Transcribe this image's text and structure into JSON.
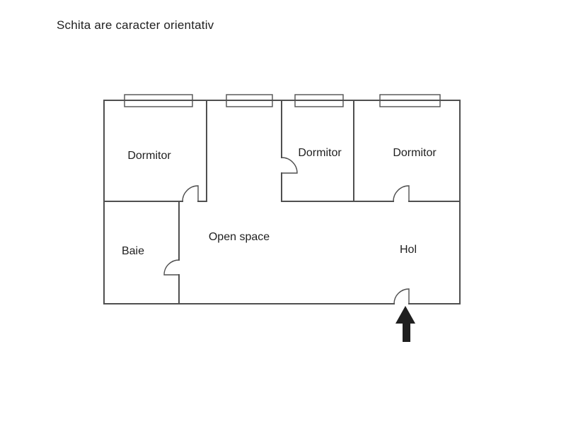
{
  "page": {
    "title": "Schita are caracter orientativ"
  },
  "floorplan": {
    "rooms": [
      {
        "id": "dormitor-left",
        "label": "Dormitor"
      },
      {
        "id": "dormitor-middle",
        "label": "Dormitor"
      },
      {
        "id": "dormitor-right",
        "label": "Dormitor"
      },
      {
        "id": "baie",
        "label": "Baie"
      },
      {
        "id": "open-space",
        "label": "Open space"
      },
      {
        "id": "hol",
        "label": "Hol"
      }
    ],
    "windows_count": 4,
    "doors_count": 5,
    "entrance_symbol": "entrance-arrow"
  },
  "colors": {
    "background": "#ffffff",
    "wall": "#4f4f4f",
    "text": "#1f1f1f",
    "arrow": "#1f1f1f"
  }
}
